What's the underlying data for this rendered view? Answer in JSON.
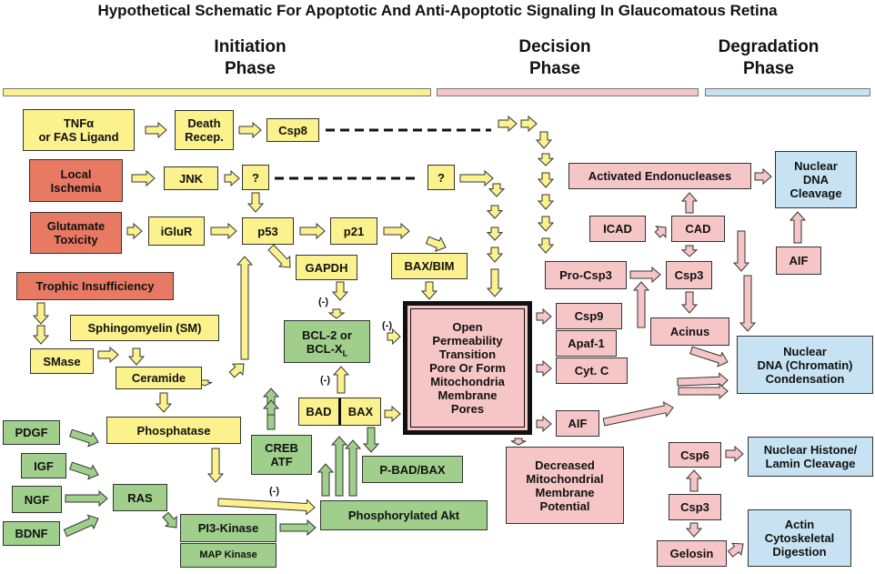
{
  "title": "Hypothetical Schematic For Apoptotic And Anti-Apoptotic Signaling In Glaucomatous Retina",
  "phases": {
    "initiation": "Initiation\nPhase",
    "decision": "Decision\nPhase",
    "degradation": "Degradation\nPhase"
  },
  "colors": {
    "initiation_bar": "#fbf18d",
    "decision_bar": "#f6c6c6",
    "degradation_bar": "#c7e3f3",
    "yellow_node": "#fbf18d",
    "red_node": "#e87a64",
    "pink_node": "#f6c6c6",
    "green_node": "#9fcf8b",
    "blue_node": "#c7e3f3"
  },
  "nodes": {
    "tnf": "TNFα\nor FAS Ligand",
    "death_recep": "Death\nRecep.",
    "csp8": "Csp8",
    "local_ischemia": "Local\nIschemia",
    "jnk": "JNK",
    "q1": "?",
    "q2": "?",
    "glutamate": "Glutamate\nToxicity",
    "iglur": "iGluR",
    "p53": "p53",
    "p21": "p21",
    "gapdh": "GAPDH",
    "bax_bim": "BAX/BIM",
    "trophic": "Trophic Insufficiency",
    "sphingomyelin": "Sphingomyelin (SM)",
    "smase": "SMase",
    "ceramide": "Ceramide",
    "bcl2_main": "BCL-2 or\nBCL-X",
    "bcl2_sub": "L",
    "bad": "BAD",
    "bax": "BAX",
    "phosphatase": "Phosphatase",
    "creb": "CREB\nATF",
    "pbad": "P-BAD/BAX",
    "pdgf": "PDGF",
    "igf": "IGF",
    "ngf": "NGF",
    "bdnf": "BDNF",
    "ras": "RAS",
    "pi3k": "PI3-Kinase",
    "mapk": "MAP Kinase",
    "phos_akt": "Phosphorylated Akt",
    "pore": "Open\nPermeability\nTransition\nPore Or Form\nMitochondria\nMembrane\nPores",
    "csp9": "Csp9",
    "apaf1": "Apaf-1",
    "cytc": "Cyt. C",
    "aif_left": "AIF",
    "decreased": "Decreased\nMitochondrial\nMembrane\nPotential",
    "procsp3": "Pro-Csp3",
    "csp3_top": "Csp3",
    "acinus": "Acinus",
    "icad": "ICAD",
    "cad": "CAD",
    "endo": "Activated Endonucleases",
    "nuc_dna_cleavage": "Nuclear\nDNA\nCleavage",
    "aif_right": "AIF",
    "chromatin": "Nuclear\nDNA (Chromatin)\nCondensation",
    "csp6": "Csp6",
    "histone": "Nuclear Histone/\nLamin Cleavage",
    "csp3_bottom": "Csp3",
    "gelosin": "Gelosin",
    "actin": "Actin\nCytoskeletal\nDigestion"
  },
  "inhibition_labels": {
    "gapdh_bcl": "(-)",
    "bcl_pore": "(-)",
    "bad_bcl": "(-)",
    "phosphatase_akt": "(-)"
  }
}
